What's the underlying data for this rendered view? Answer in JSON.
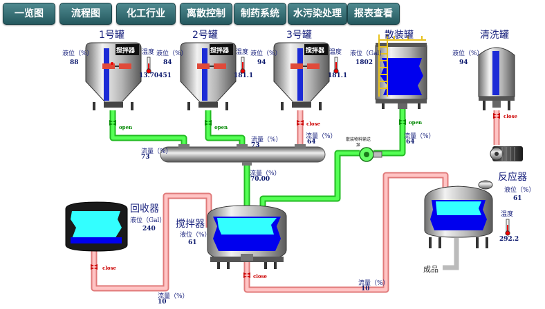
{
  "nav": [
    "一览图",
    "流程图",
    "化工行业",
    "离散控制",
    "制药系统",
    "水污染处理",
    "报表查看"
  ],
  "tank1": {
    "title": "1号罐",
    "level_label": "液位（%）",
    "level": "88",
    "temp_label": "温度",
    "temp": "13.70451",
    "mixer": "搅拌器",
    "valve": "open",
    "flow_label": "流量（%）",
    "flow": "73"
  },
  "tank2": {
    "title": "2号罐",
    "level_label": "液位（%）",
    "level": "84",
    "temp_label": "温度",
    "temp": "181.1",
    "mixer": "搅拌器",
    "valve": "open",
    "flow_label": "流量（%）",
    "flow": "73"
  },
  "tank3": {
    "title": "3号罐",
    "level_label": "液位（%）",
    "level": "94",
    "temp_label": "温度",
    "temp": "181.1",
    "mixer": "搅拌器",
    "valve": "close",
    "flow_label": "流量（%）",
    "flow": "64"
  },
  "bulk": {
    "title": "散装罐",
    "level_label": "液位（Gal）",
    "level": "1802",
    "valve": "open",
    "flow_label": "流量（%）",
    "flow": "64"
  },
  "wash": {
    "title": "清洗罐",
    "level_label": "液位（%）",
    "level": "94",
    "valve": "close"
  },
  "manifold": {
    "flow_label": "流量（%）",
    "flow": "70.00"
  },
  "pump_label": "散装物料输送泵",
  "recovery": {
    "title": "回收器",
    "level_label": "液位（Gal）",
    "level": "240",
    "valve": "close",
    "flow_label": "流量（%）",
    "flow": "10"
  },
  "mixer": {
    "title": "搅拌器",
    "level_label": "液位（%）",
    "level": "61",
    "valve": "close",
    "flow_label": "流量（%）",
    "flow": "10"
  },
  "reactor": {
    "title": "反应器",
    "level_label": "液位（%）",
    "level": "61",
    "temp_label": "温度",
    "temp": "292.2",
    "product": "成品"
  },
  "colors": {
    "green_pipe": "#33dd33",
    "red_pipe": "#f4a0a0",
    "liquid_dark": "#0000ee",
    "liquid_light": "#33ffff",
    "nav": "#2f6c72"
  }
}
